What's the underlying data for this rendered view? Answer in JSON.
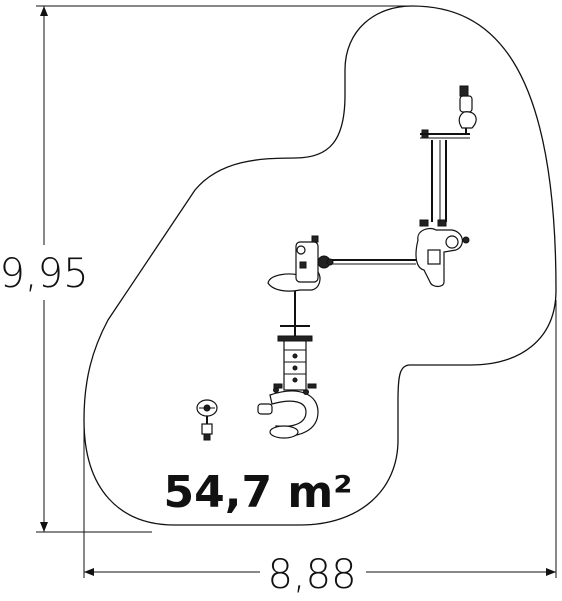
{
  "plan": {
    "height_dimension": "9,95",
    "width_dimension": "8,88",
    "area": "54,7 m²",
    "colors": {
      "line": "#111111",
      "background": "#ffffff"
    }
  }
}
